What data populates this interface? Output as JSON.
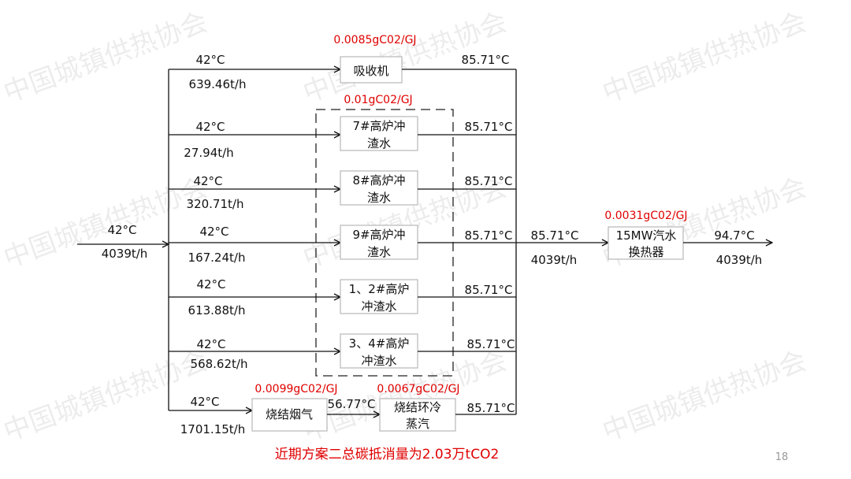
{
  "watermark": "中国城镇供热协会",
  "inlet": {
    "temp": "42°C",
    "flow": "4039t/h"
  },
  "branches": [
    {
      "temp": "42°C",
      "flow": "639.46t/h",
      "unit": "吸收机",
      "unit2": "",
      "out_temp": "85.71°C"
    },
    {
      "temp": "42°C",
      "flow": "27.94t/h",
      "unit": "7#高炉冲",
      "unit2": "渣水",
      "out_temp": "85.71°C"
    },
    {
      "temp": "42°C",
      "flow": "320.71t/h",
      "unit": "8#高炉冲",
      "unit2": "渣水",
      "out_temp": "85.71°C"
    },
    {
      "temp": "42°C",
      "flow": "167.24t/h",
      "unit": "9#高炉冲",
      "unit2": "渣水",
      "out_temp": "85.71°C"
    },
    {
      "temp": "42°C",
      "flow": "613.88t/h",
      "unit": "1、2#高炉",
      "unit2": "冲渣水",
      "out_temp": "85.71°C"
    },
    {
      "temp": "42°C",
      "flow": "568.62t/h",
      "unit": "3、4#高炉",
      "unit2": "冲渣水",
      "out_temp": "85.71°C"
    },
    {
      "temp": "42°C",
      "flow": "1701.15t/h",
      "out_temp": "85.71°C"
    }
  ],
  "sinter": {
    "flue_gas": "烧结烟气",
    "flue_gas_factor": "0.0099gC02/GJ",
    "mid_temp": "56.77°C",
    "ring_cool_1": "烧结环冷",
    "ring_cool_2": "蒸汽",
    "ring_cool_factor": "0.0067gC02/GJ"
  },
  "factors": {
    "absorber": "0.0085gC02/GJ",
    "slag_group": "0.01gC02/GJ",
    "exchanger": "0.0031gC02/GJ"
  },
  "merged": {
    "temp": "85.71°C",
    "flow": "4039t/h"
  },
  "exchanger": {
    "line1": "15MW汽水",
    "line2": "换热器"
  },
  "outlet": {
    "temp": "94.7°C",
    "flow": "4039t/h"
  },
  "summary": "近期方案二总碳抵消量为2.03万tCO2",
  "page_number": "18"
}
